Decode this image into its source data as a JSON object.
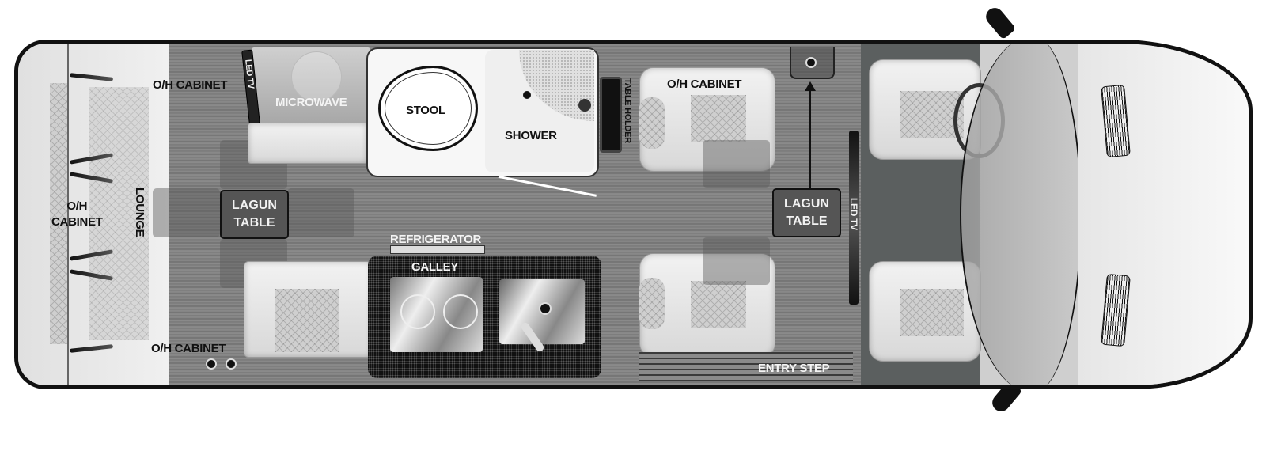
{
  "title": "RV Floorplan (top view)",
  "colors": {
    "outline": "#111111",
    "floor_wood": "#808080",
    "cab_carpet": "#5b5f5f",
    "galley_counter": "#1a1a1a",
    "table": "#555555",
    "label_dark": "#111111",
    "label_light": "#f4f4f4"
  },
  "labels": {
    "oh_cabinet_rear_top": "O/H CABINET",
    "oh_cabinet_rear_end_line1": "O/H",
    "oh_cabinet_rear_end_line2": "CABINET",
    "lounge": "LOUNGE",
    "oh_cabinet_rear_bottom": "O/H CABINET",
    "led_tv_rear": "LED TV",
    "microwave": "MICROWAVE",
    "lagun_table_rear_line1": "LAGUN",
    "lagun_table_rear_line2": "TABLE",
    "stool": "STOOL",
    "shower": "SHOWER",
    "table_holder": "TABLE HOLDER",
    "oh_cabinet_mid": "O/H CABINET",
    "refrigerator": "REFRIGERATOR",
    "galley": "GALLEY",
    "lagun_table_front_line1": "LAGUN",
    "lagun_table_front_line2": "TABLE",
    "led_tv_front": "LED TV",
    "entry_step": "ENTRY STEP"
  },
  "icons": [
    "seat-icon",
    "toilet-icon",
    "shower-icon",
    "stove-burner-icon",
    "sink-icon",
    "steering-wheel-icon",
    "mirror-icon",
    "seatbelt-icon",
    "cupholder-icon",
    "grille-icon",
    "arrow-up-icon"
  ]
}
